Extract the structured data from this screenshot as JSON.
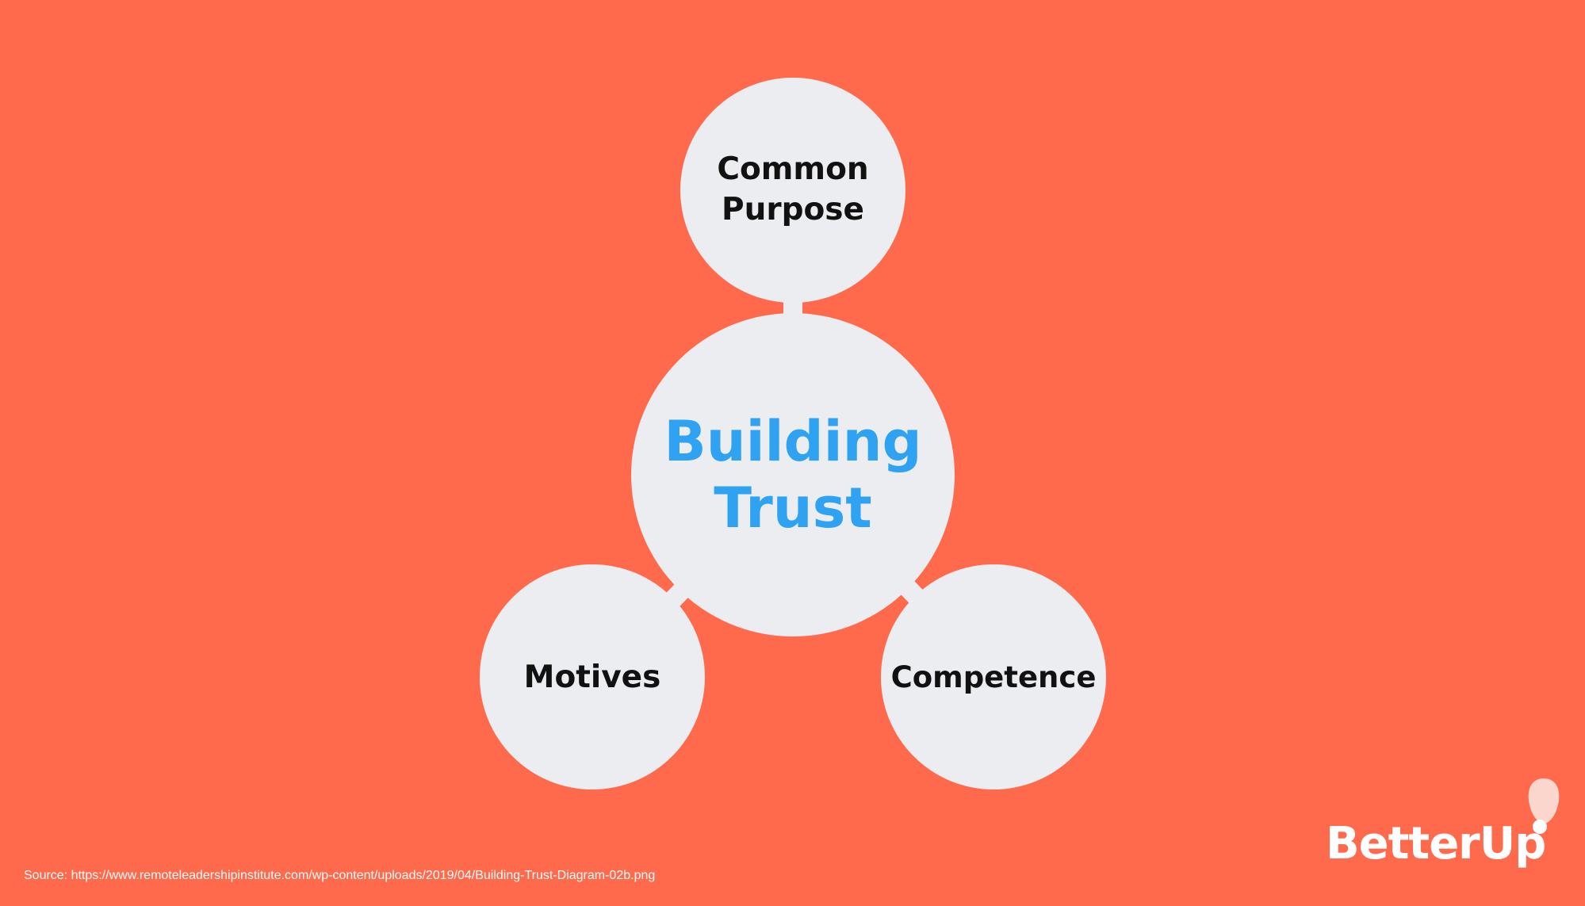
{
  "colors": {
    "background": "#FF694C",
    "circle_fill": "#ECEDF0",
    "center_text": "#2FA3F2",
    "outer_text": "#111111",
    "footer_text": "#FFFFFF"
  },
  "diagram": {
    "center": {
      "label": "Building\nTrust"
    },
    "nodes": [
      {
        "id": "top",
        "label": "Common\nPurpose"
      },
      {
        "id": "left",
        "label": "Motives"
      },
      {
        "id": "right",
        "label": "Competence"
      }
    ]
  },
  "footer": {
    "source": "Source: https://www.remoteleadershipinstitute.com/wp-content/uploads/2019/04/Building-Trust-Diagram-02b.png"
  },
  "brand": {
    "name": "BetterUp",
    "icon": "betterup-logo-icon"
  }
}
